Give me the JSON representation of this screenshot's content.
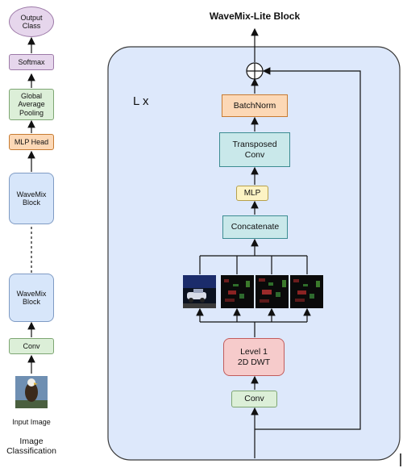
{
  "left": {
    "output_class": "Output\nClass",
    "softmax": "Softmax",
    "gap": "Global\nAverage\nPooling",
    "mlp_head": "MLP Head",
    "wavemix_block_top": "WaveMix\nBlock",
    "wavemix_block_bottom": "WaveMix\nBlock",
    "conv": "Conv",
    "input_label": "Input Image",
    "caption": "Image\nClassification"
  },
  "right": {
    "title": "WaveMix-Lite Block",
    "repeat_label": "L x",
    "batchnorm": "BatchNorm",
    "transposed_conv": "Transposed\nConv",
    "mlp": "MLP",
    "concatenate": "Concatenate",
    "dwt": "Level 1\n2D DWT",
    "conv": "Conv"
  },
  "colors": {
    "container_fill": "#dde8fb",
    "container_border": "#3a3a3a"
  }
}
